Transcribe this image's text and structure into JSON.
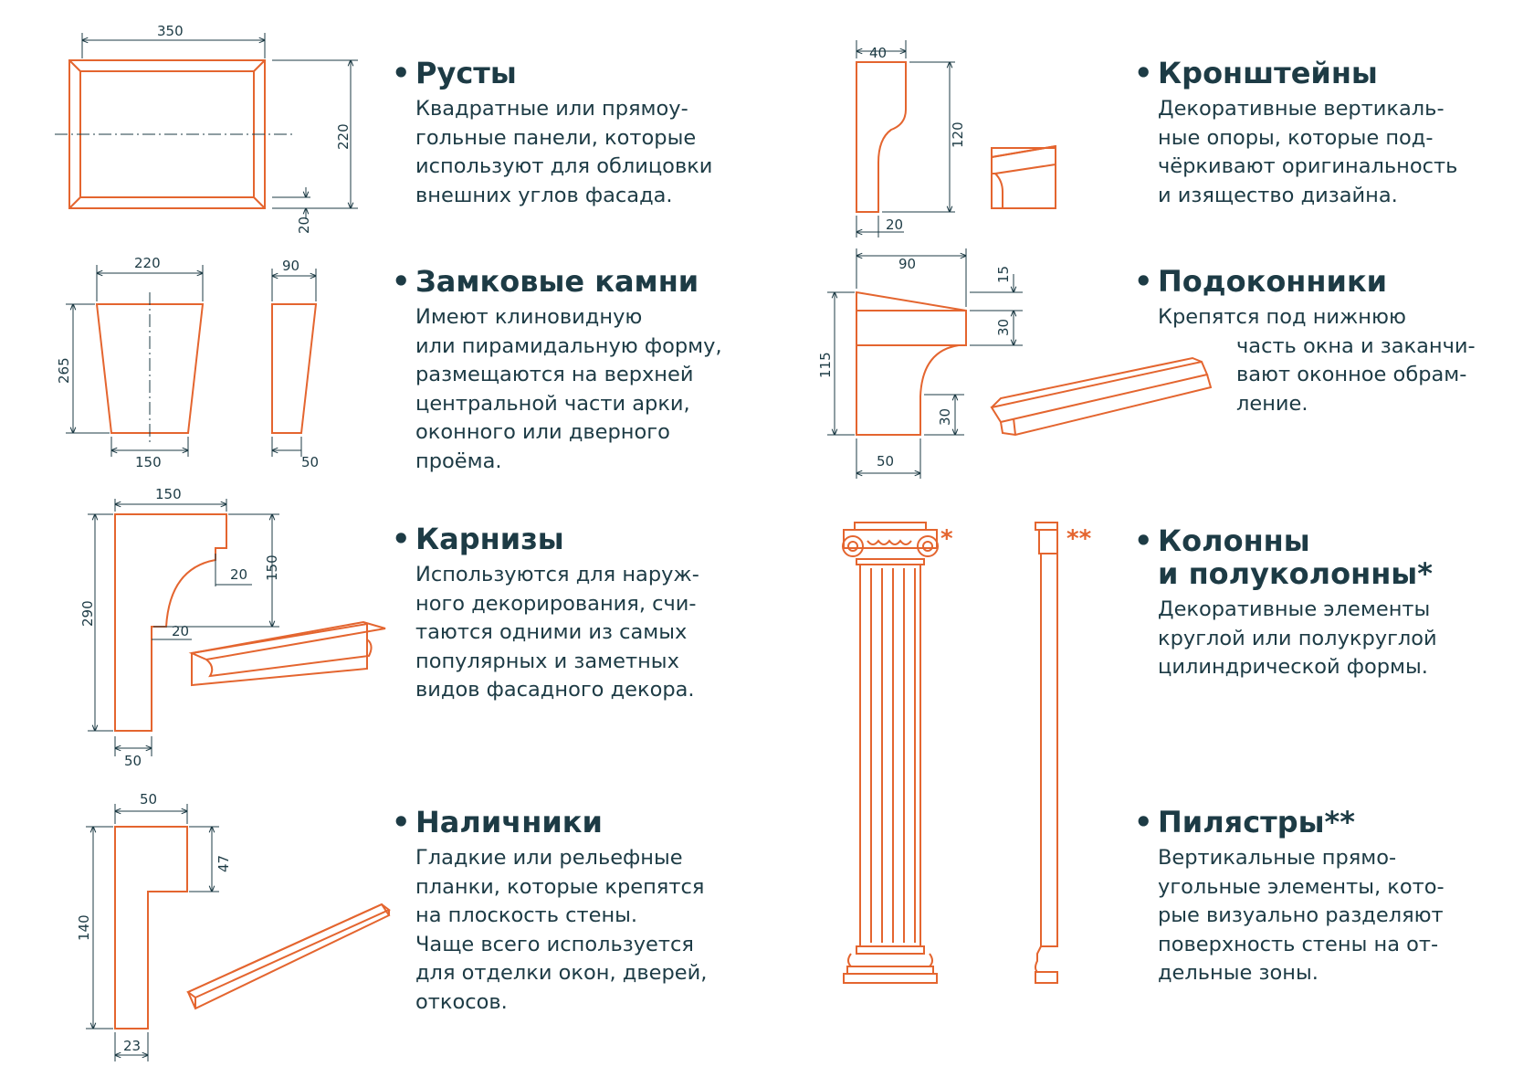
{
  "colors": {
    "accent": "#e4652f",
    "text": "#1d3b45",
    "dimension": "#1d3b45"
  },
  "bullet": "•",
  "items": {
    "rusty": {
      "title": [
        "Русты"
      ],
      "desc": [
        "Квадратные или прямоу-",
        "гольные панели, которые",
        "используют для облицовки",
        "внешних углов фасада."
      ]
    },
    "zamkovye": {
      "title": [
        "Замковые камни"
      ],
      "desc": [
        "Имеют клиновидную",
        "или пирамидальную форму,",
        "размещаются на верхней",
        "центральной части арки,",
        "оконного или дверного",
        "проёма."
      ]
    },
    "karnizy": {
      "title": [
        "Карнизы"
      ],
      "desc": [
        "Используются для наруж-",
        "ного декорирования, счи-",
        "таются одними из самых",
        "популярных и заметных",
        "видов фасадного декора."
      ]
    },
    "nalichniki": {
      "title": [
        "Наличники"
      ],
      "desc": [
        "Гладкие или рельефные",
        "планки, которые крепятся",
        "на плоскость стены.",
        "Чаще всего используется",
        "для отделки окон, дверей,",
        "откосов."
      ]
    },
    "kronshteyny": {
      "title": [
        "Кронштейны"
      ],
      "desc": [
        "Декоративные вертикаль-",
        "ные опоры, которые под-",
        "чёркивают оригинальность",
        "и изящество дизайна."
      ]
    },
    "podokonniki": {
      "title": [
        "Подоконники"
      ],
      "desc": [
        "Крепятся под нижнюю",
        "часть окна и заканчи-",
        "вают оконное обрам-",
        "ление."
      ]
    },
    "kolonny": {
      "title": [
        "Колонны",
        "и полуколонны*"
      ],
      "desc": [
        "Декоративные элементы",
        "круглой или полукруглой",
        "цилиндрической формы."
      ]
    },
    "pilyastry": {
      "title": [
        "Пилястры**"
      ],
      "desc": [
        "Вертикальные прямо-",
        "угольные элементы, кото-",
        "рые визуально разделяют",
        "поверхность стены на от-",
        "дельные зоны."
      ]
    }
  },
  "dimensions": {
    "rust_w": "350",
    "rust_h": "220",
    "rust_edge": "20",
    "key_top": "220",
    "key_h": "265",
    "key_bottom": "150",
    "key_side_top": "90",
    "key_side_bottom": "50",
    "cornice_top": "150",
    "cornice_h": "290",
    "cornice_right": "150",
    "cornice_step1": "20",
    "cornice_step2": "20",
    "cornice_bottom": "50",
    "trim_top": "50",
    "trim_h": "140",
    "trim_right": "47",
    "trim_bottom": "23",
    "bracket_top": "40",
    "bracket_h": "120",
    "bracket_bottom": "20",
    "sill_top": "90",
    "sill_r1": "15",
    "sill_r2": "30",
    "sill_h": "115",
    "sill_r3": "30",
    "sill_bottom": "50"
  },
  "markers": {
    "column": "*",
    "pilaster": "**"
  }
}
